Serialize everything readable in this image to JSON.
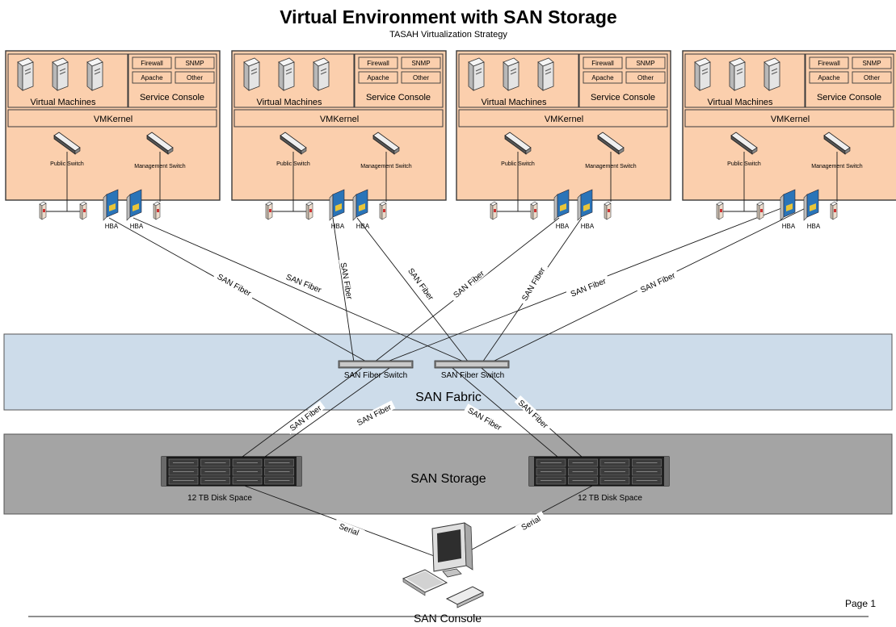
{
  "title": "Virtual Environment with SAN Storage",
  "subtitle": "TASAH Virtualization Strategy",
  "host_labels": {
    "virtual_machines": "Virtual Machines",
    "service_console": "Service Console",
    "services": [
      "Firewall",
      "SNMP",
      "Apache",
      "Other"
    ],
    "vmkernel": "VMKernel",
    "public_switch": "Public Switch",
    "management_switch": "Management Switch",
    "hba": "HBA"
  },
  "host_count": 4,
  "fiber_label": "SAN Fiber",
  "serial_label": "Serial",
  "fabric": {
    "label": "SAN Fabric",
    "switch_label": "SAN Fiber Switch",
    "fill": "#cddcea"
  },
  "storage": {
    "label": "SAN Storage",
    "disk_label": "12 TB Disk Space",
    "fill": "#a4a4a4"
  },
  "console_label": "SAN Console",
  "page_label": "Page 1",
  "colors": {
    "host_fill": "#fbcfad",
    "hba_card": "#2a74b8",
    "hba_chip": "#e8c53a"
  },
  "icons": {
    "vm": "server-tower-icon",
    "switch": "network-switch-icon",
    "nic": "network-port-icon",
    "hba": "hba-card-icon",
    "disk_array": "disk-array-icon",
    "console": "computer-workstation-icon"
  }
}
